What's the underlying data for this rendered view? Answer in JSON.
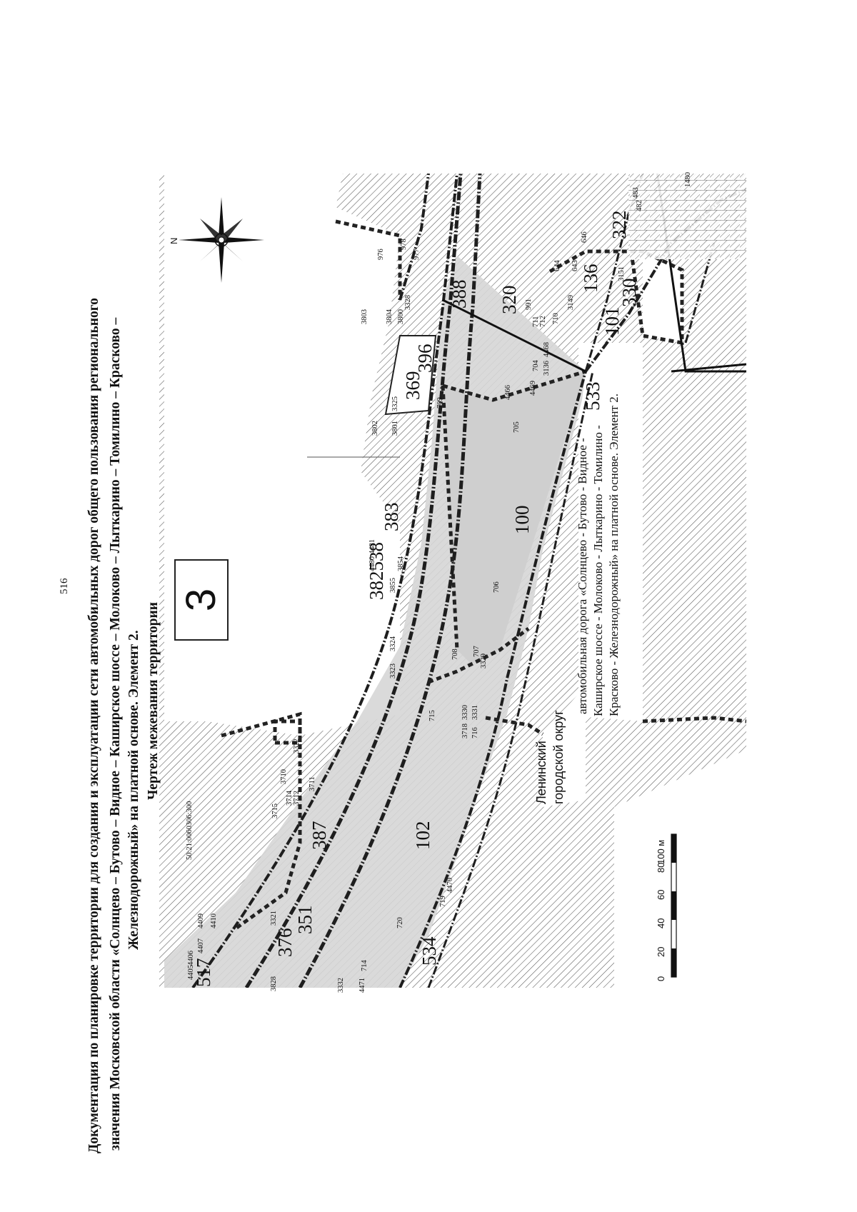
{
  "page_number": "516",
  "title_lines": [
    "Документация по планировке территории для создания и эксплуатации сети автомобильных дорог общего пользования регионального",
    "значения Московской области «Солнцево – Бутово – Видное – Каширское шоссе – Молоково – Лыткарино – Томилино – Красково –",
    "Железнодорожный» на платной основе. Элемент 2.",
    "Чертеж межевания территории"
  ],
  "sheet_number": "3",
  "compass": {
    "north_letter": "N",
    "icon": "compass-rose-icon"
  },
  "road_caption_lines": [
    "автомобильная дорога «Солнцево - Бутово - Видное -",
    "Каширское шоссе - Молоково - Лыткарино - Томилино -",
    "Красково - Железнодорожный» на платной основе. Элемент 2."
  ],
  "district_label_lines": [
    "Ленинский",
    "городской округ"
  ],
  "cadastral_quarter": "50:21:0060306:300",
  "scale_bar": {
    "labels": [
      "0",
      "20",
      "40",
      "60",
      "80",
      "100 м"
    ]
  },
  "parcel_labels": [
    {
      "text": "517",
      "size": "big"
    },
    {
      "text": "376",
      "size": "big"
    },
    {
      "text": "351",
      "size": "big"
    },
    {
      "text": "534",
      "size": "big"
    },
    {
      "text": "387",
      "size": "big"
    },
    {
      "text": "102",
      "size": "big"
    },
    {
      "text": "382538",
      "size": "big"
    },
    {
      "text": "383",
      "size": "big"
    },
    {
      "text": "100",
      "size": "big"
    },
    {
      "text": "369",
      "size": "big"
    },
    {
      "text": "396",
      "size": "big"
    },
    {
      "text": "388",
      "size": "big"
    },
    {
      "text": "320",
      "size": "big"
    },
    {
      "text": "533",
      "size": "big"
    },
    {
      "text": "101",
      "size": "big"
    },
    {
      "text": "136",
      "size": "big"
    },
    {
      "text": "330",
      "size": "big"
    },
    {
      "text": "322",
      "size": "big"
    }
  ],
  "point_labels": [
    "4405",
    "4406",
    "4407",
    "4409",
    "4410",
    "3828",
    "3321",
    "3332",
    "4471",
    "714",
    "3715",
    "3710",
    "3711",
    "3714",
    "3712",
    "3322",
    "720",
    "719",
    "4470",
    "715",
    "3718",
    "3330",
    "3331",
    "716",
    "3323",
    "3324",
    "708",
    "707",
    "3329",
    "3855",
    "3854",
    "4480",
    "4481",
    "706",
    "705",
    "3802",
    "3801",
    "3325",
    "709",
    "3803",
    "3804",
    "3800",
    "3328",
    "976",
    "977",
    "978",
    "4466",
    "4469",
    "3136",
    "4468",
    "704",
    "711",
    "712",
    "710",
    "991",
    "3149",
    "644",
    "643",
    "3151",
    "646",
    "483",
    "482",
    "1480"
  ]
}
